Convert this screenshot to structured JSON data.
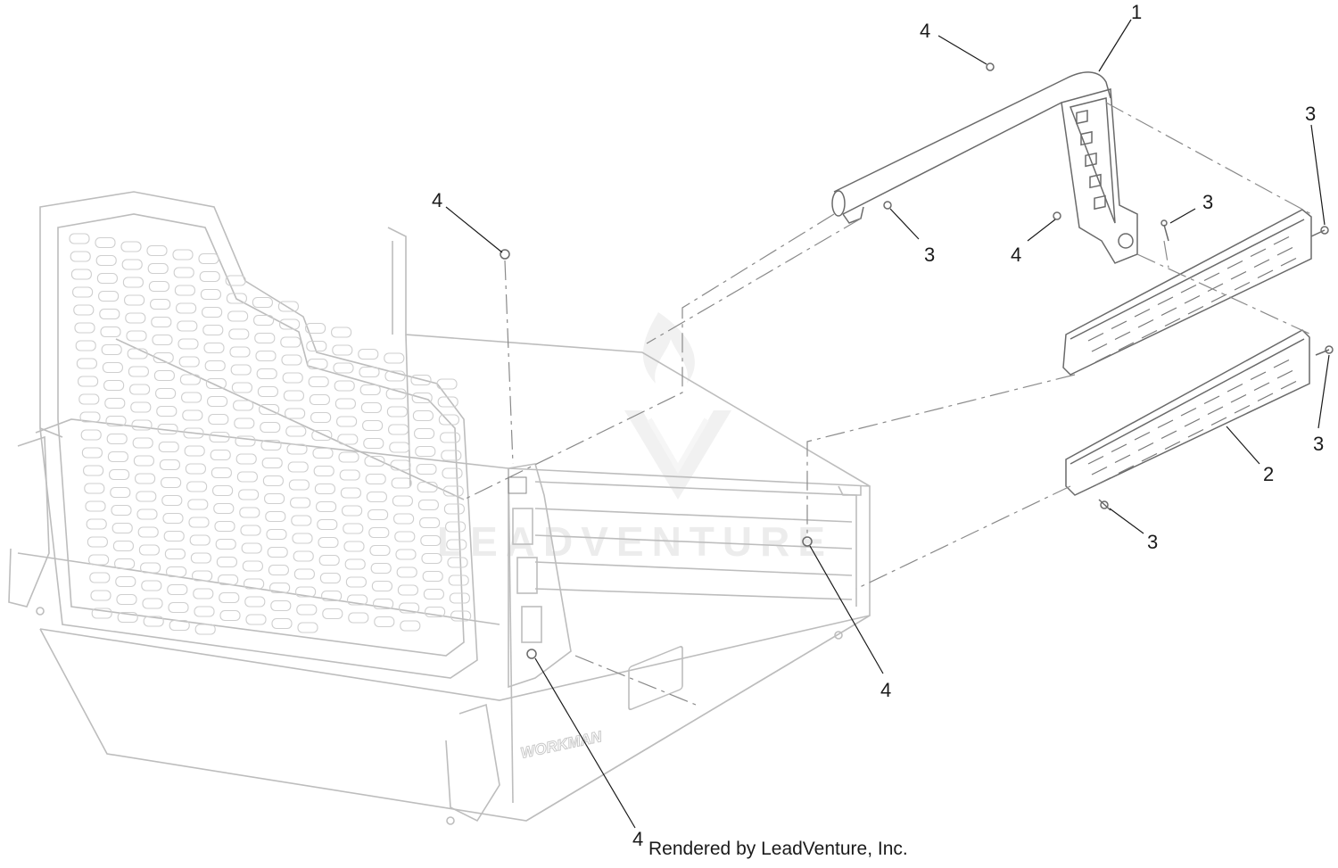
{
  "diagram": {
    "callouts": [
      {
        "id": "c1",
        "label": "1"
      },
      {
        "id": "c2",
        "label": "2"
      },
      {
        "id": "c3a",
        "label": "3"
      },
      {
        "id": "c3b",
        "label": "3"
      },
      {
        "id": "c3c",
        "label": "3"
      },
      {
        "id": "c3d",
        "label": "3"
      },
      {
        "id": "c3e",
        "label": "3"
      },
      {
        "id": "c4a",
        "label": "4"
      },
      {
        "id": "c4b",
        "label": "4"
      },
      {
        "id": "c4c",
        "label": "4"
      },
      {
        "id": "c4d",
        "label": "4"
      },
      {
        "id": "c4e",
        "label": "4"
      }
    ],
    "credit": "Rendered by LeadVenture, Inc.",
    "watermark": "LEADVENTURE"
  }
}
